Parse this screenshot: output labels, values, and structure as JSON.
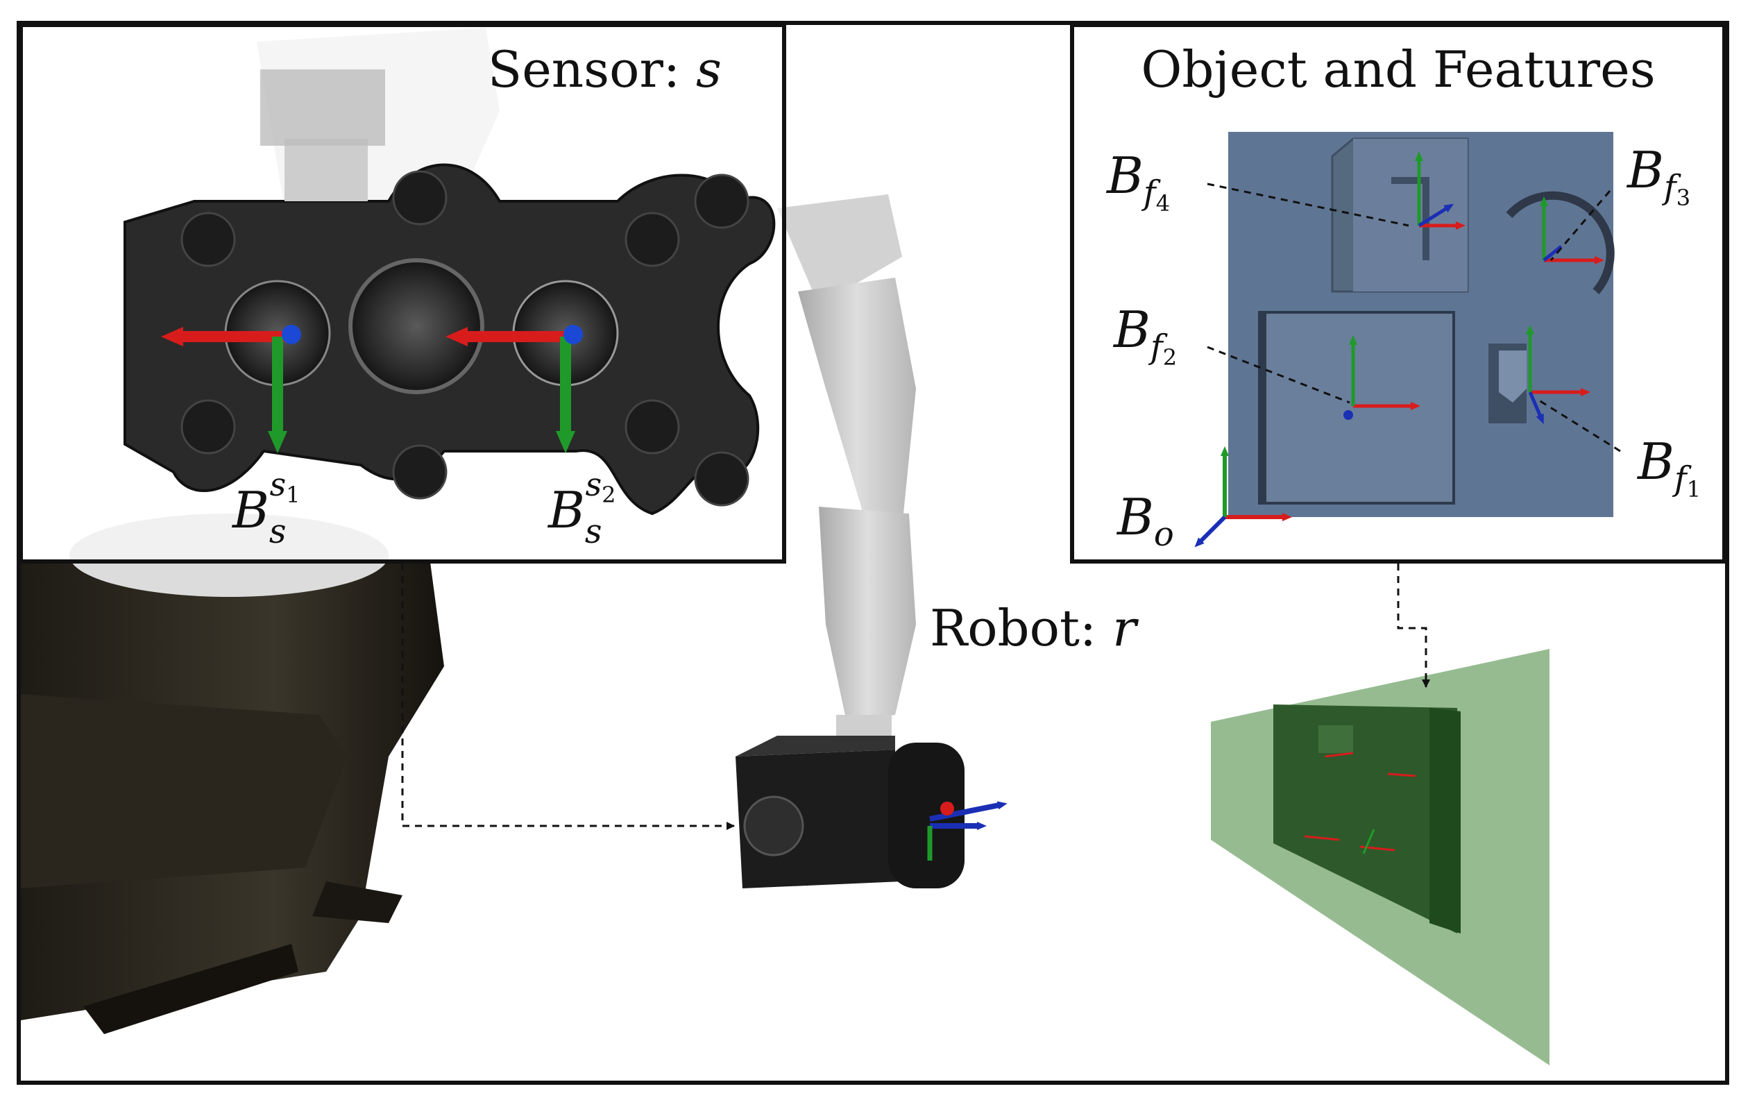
{
  "panels": {
    "sensor": {
      "title_prefix": "Sensor:",
      "title_symbol": "s"
    },
    "robot": {
      "title_prefix": "Robot:",
      "title_symbol": "r"
    },
    "object": {
      "title": "Object and Features"
    }
  },
  "frames": {
    "sensor_1": {
      "base": "B",
      "sub": "s",
      "sup": "s",
      "sup_sub": "1"
    },
    "sensor_2": {
      "base": "B",
      "sub": "s",
      "sup": "s",
      "sup_sub": "2"
    },
    "feature_1": {
      "base": "B",
      "sub": "f",
      "sub_sub": "1"
    },
    "feature_2": {
      "base": "B",
      "sub": "f",
      "sub_sub": "2"
    },
    "feature_3": {
      "base": "B",
      "sub": "f",
      "sub_sub": "3"
    },
    "feature_4": {
      "base": "B",
      "sub": "f",
      "sub_sub": "4"
    },
    "object": {
      "base": "B",
      "sub": "o"
    }
  },
  "colors": {
    "axis_x": "#d81c1c",
    "axis_y": "#1f9a2a",
    "axis_z": "#1b2fb5",
    "object_plate": "#5f7594",
    "workpiece_green": "#6a9e62",
    "robot_dark": "#222222",
    "robot_light": "#c9c9c9"
  },
  "icons": {
    "axis_triad": "coordinate-frame-icon",
    "connector": "dashed-arrow"
  }
}
